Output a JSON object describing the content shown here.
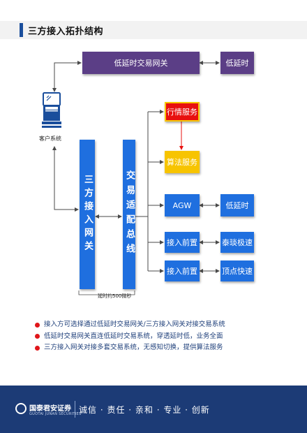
{
  "header": {
    "title": "三方接入拓扑结构"
  },
  "diagram": {
    "low_latency_gateway": "低延时交易网关",
    "low_latency": "低延时",
    "client_system": "客户系统",
    "market_service": "行情服务",
    "algo_service": "算法服务",
    "third_party_gateway": "三方接入网关",
    "trading_bus": "交易适配总线",
    "agw": "AGW",
    "low_latency_2": "低延时",
    "access_front_1": "接入前置",
    "taisheng": "泰琰极速",
    "access_front_2": "接入前置",
    "dingdian": "顶点快速",
    "latency_label": "延时约500微秒"
  },
  "notes": [
    "接入方可选择通过低延时交易网关/三方接入网关对接交易系统",
    "低延时交易网关直连低延时交易系统，穿透延时低，业务全面",
    "三方接入网关对接多套交易系统，无感知切换，提供算法服务"
  ],
  "footer": {
    "brand": "国泰君安证券",
    "brand_en": "GUOTAI JUNAN SECURITIES",
    "slogan": "诚信 · 责任 · 亲和 · 专业 · 创新"
  },
  "colors": {
    "purple": "#5b3e86",
    "blue": "#1f6fdf",
    "red": "#e8100f",
    "yellow": "#f7c400",
    "navy": "#1c3b76"
  }
}
